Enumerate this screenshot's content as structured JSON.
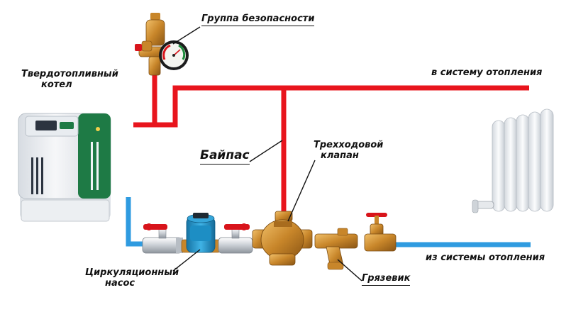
{
  "labels": {
    "safety_group": "Группа безопасности",
    "boiler_line1": "Твердотопливный",
    "boiler_line2": "котел",
    "to_heating": "в систему отопления",
    "bypass": "Байпас",
    "three_way_line1": "Трехходовой",
    "three_way_line2": "клапан",
    "from_heating": "из системы отопления",
    "pump_line1": "Циркуляционный",
    "pump_line2": "насос",
    "dirt_filter": "Грязевик"
  },
  "colors": {
    "supply_pipe": "#e8151d",
    "return_pipe": "#2f9be0",
    "boiler_body": "#eef0f3",
    "boiler_accent": "#1e7a45",
    "brass": "#c8862a",
    "valve_handle": "#d8141b",
    "pump_body": "#2a9ed2",
    "radiator": "#f2f4f6"
  },
  "icons": {
    "boiler": "boiler-icon",
    "safety_group": "safety-group-icon",
    "pressure_gauge": "pressure-gauge-icon",
    "ball_valve": "ball-valve-icon",
    "pump": "circulation-pump-icon",
    "three_way_valve": "three-way-valve-icon",
    "dirt_filter": "dirt-filter-icon",
    "gate_valve": "gate-valve-icon",
    "radiator": "radiator-icon"
  }
}
